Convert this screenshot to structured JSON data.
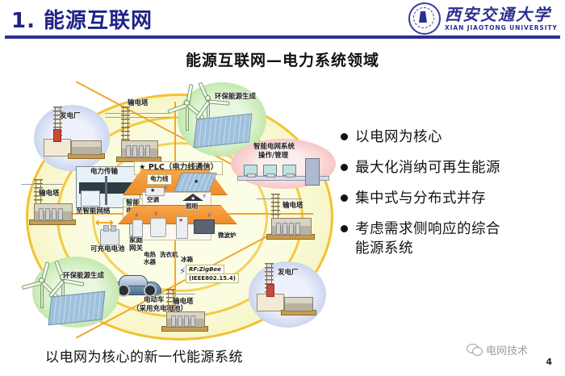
{
  "header": {
    "slide_title": "1. 能源互联网",
    "logo": {
      "name_cn": "西安交通大学",
      "name_en": "XIAN JIAOTONG UNIVERSITY",
      "seal_icon": "university-seal-icon"
    },
    "rule_color": "#2b3090",
    "title_color": "#1f2387"
  },
  "subtitle": "能源互联网—电力系统领域",
  "diagram": {
    "labels": {
      "power_plant_tl": "发电厂",
      "transmission_tower_top": "输电塔",
      "green_energy_tr": "环保能源生成",
      "smart_grid_ops": "智能电网系统\n操作/管理",
      "smart_grid_ops_line1": "智能电网系统",
      "smart_grid_ops_line2": "操作/管理",
      "power_transmission": "电力传输",
      "to_smart_network": "至智能网络",
      "plc": "★ PLC（电力线通信）",
      "transmission_tower_left": "输电塔",
      "transmission_tower_right": "输电塔",
      "transmission_tower_bottom": "输电塔",
      "smart_meter_line1": "智能",
      "smart_meter_line2": "电表",
      "rechargeable_battery": "可充电电池",
      "home_gateway_line1": "家庭",
      "home_gateway_line2": "网关",
      "power_line": "电力线",
      "air_conditioner": "空调",
      "lighting": "照明",
      "water_heater_line1": "电热",
      "water_heater_line2": "水器",
      "washing_machine": "洗衣机",
      "refrigerator": "冰箱",
      "microwave": "微波炉",
      "rf_zigbee_line1": "RF:ZigBee",
      "rf_zigbee_line2": "(IEEE802.15.4)",
      "electric_vehicle": "电动车",
      "electric_vehicle_sub": "（采用充电电池）",
      "green_energy_bl": "环保能源生成",
      "power_plant_br": "发电厂"
    },
    "colors": {
      "ring": "#f2c230",
      "ring_fill": "#fbfde8",
      "bubble_blue": "#ccd6f0",
      "bubble_green": "#c3e8ae",
      "bubble_pink": "#f6c6c6",
      "roof": "#ef8c2a",
      "bolt": "#3b49d6"
    }
  },
  "bullets": [
    "以电网为核心",
    "最大化消纳可再生能源",
    "集中式与分布式并存",
    "考虑需求侧响应的综合\n能源系统"
  ],
  "bullets_display": {
    "b0": "以电网为核心",
    "b1": "最大化消纳可再生能源",
    "b2": "集中式与分布式并存",
    "b3_line1": "考虑需求侧响应的综合",
    "b3_line2": "能源系统"
  },
  "caption": "以电网为核心的新一代能源系统",
  "footer": {
    "watermark_text": "电网技术",
    "watermark_icon": "wechat-icon",
    "page_number": "4"
  }
}
